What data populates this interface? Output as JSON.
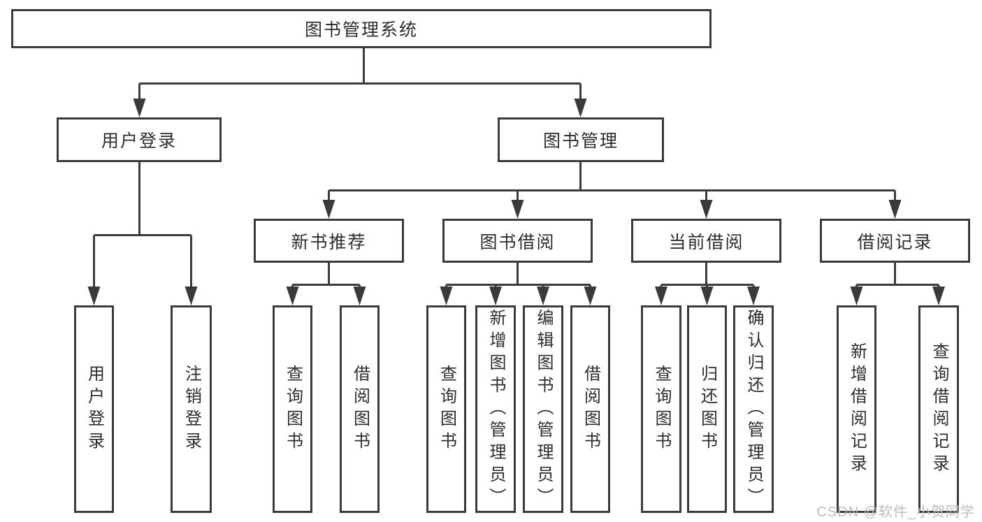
{
  "diagram": {
    "root": {
      "label": "图书管理系统"
    },
    "login": {
      "label": "用户登录",
      "children": [
        {
          "label": "用户登录"
        },
        {
          "label": "注销登录"
        }
      ]
    },
    "management": {
      "label": "图书管理",
      "branches": [
        {
          "label": "新书推荐",
          "children": [
            {
              "label": "查询图书"
            },
            {
              "label": "借阅图书"
            }
          ]
        },
        {
          "label": "图书借阅",
          "children": [
            {
              "label": "查询图书"
            },
            {
              "label": "新增图书（管理员）"
            },
            {
              "label": "编辑图书（管理员）"
            },
            {
              "label": "借阅图书"
            }
          ]
        },
        {
          "label": "当前借阅",
          "children": [
            {
              "label": "查询图书"
            },
            {
              "label": "归还图书"
            },
            {
              "label": "确认归还（管理员）"
            }
          ]
        },
        {
          "label": "借阅记录",
          "children": [
            {
              "label": "新增借阅记录"
            },
            {
              "label": "查询借阅记录"
            }
          ]
        }
      ]
    }
  },
  "watermark": {
    "text": "CSDN @软件_小贺同学"
  },
  "colors": {
    "line": "#3a3a3a",
    "text": "#2d2d2d",
    "watermark": "#bcbcc0",
    "background": "#ffffff"
  }
}
